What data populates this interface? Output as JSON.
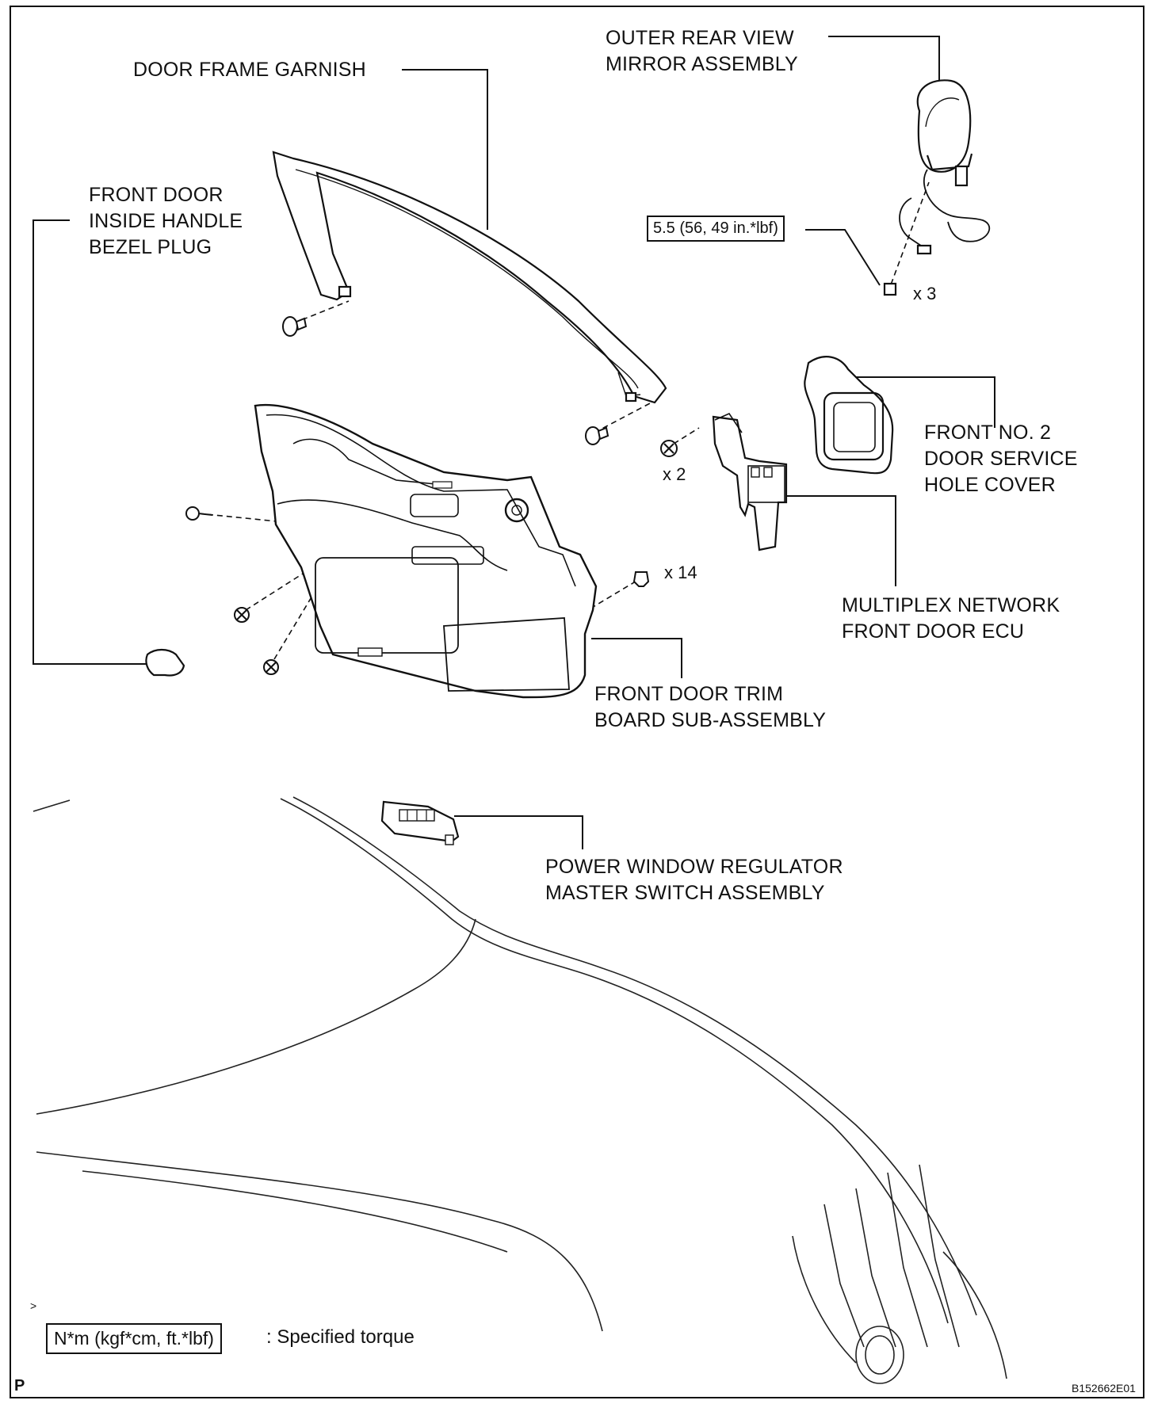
{
  "labels": {
    "door_frame_garnish": "DOOR FRAME GARNISH",
    "outer_mirror": [
      "OUTER REAR VIEW",
      "MIRROR ASSEMBLY"
    ],
    "bezel_plug": [
      "FRONT DOOR",
      "INSIDE HANDLE",
      "BEZEL PLUG"
    ],
    "service_hole_cover": [
      "FRONT NO. 2",
      "DOOR SERVICE",
      "HOLE COVER"
    ],
    "multiplex_ecu": [
      "MULTIPLEX NETWORK",
      "FRONT DOOR ECU"
    ],
    "trim_board": [
      "FRONT DOOR TRIM",
      "BOARD SUB-ASSEMBLY"
    ],
    "master_switch": [
      "POWER WINDOW REGULATOR",
      "MASTER SWITCH ASSEMBLY"
    ]
  },
  "torque_box": "5.5 (56, 49 in.*lbf)",
  "quantities": {
    "mirror_nuts": "x 3",
    "ecu_screws": "x 2",
    "trim_clips": "x 14"
  },
  "legend": {
    "box": "N*m (kgf*cm, ft.*lbf)",
    "text": ": Specified torque"
  },
  "footer": {
    "left_mark": "P",
    "ref_code": "B152662E01",
    "corner_mark": ">"
  }
}
